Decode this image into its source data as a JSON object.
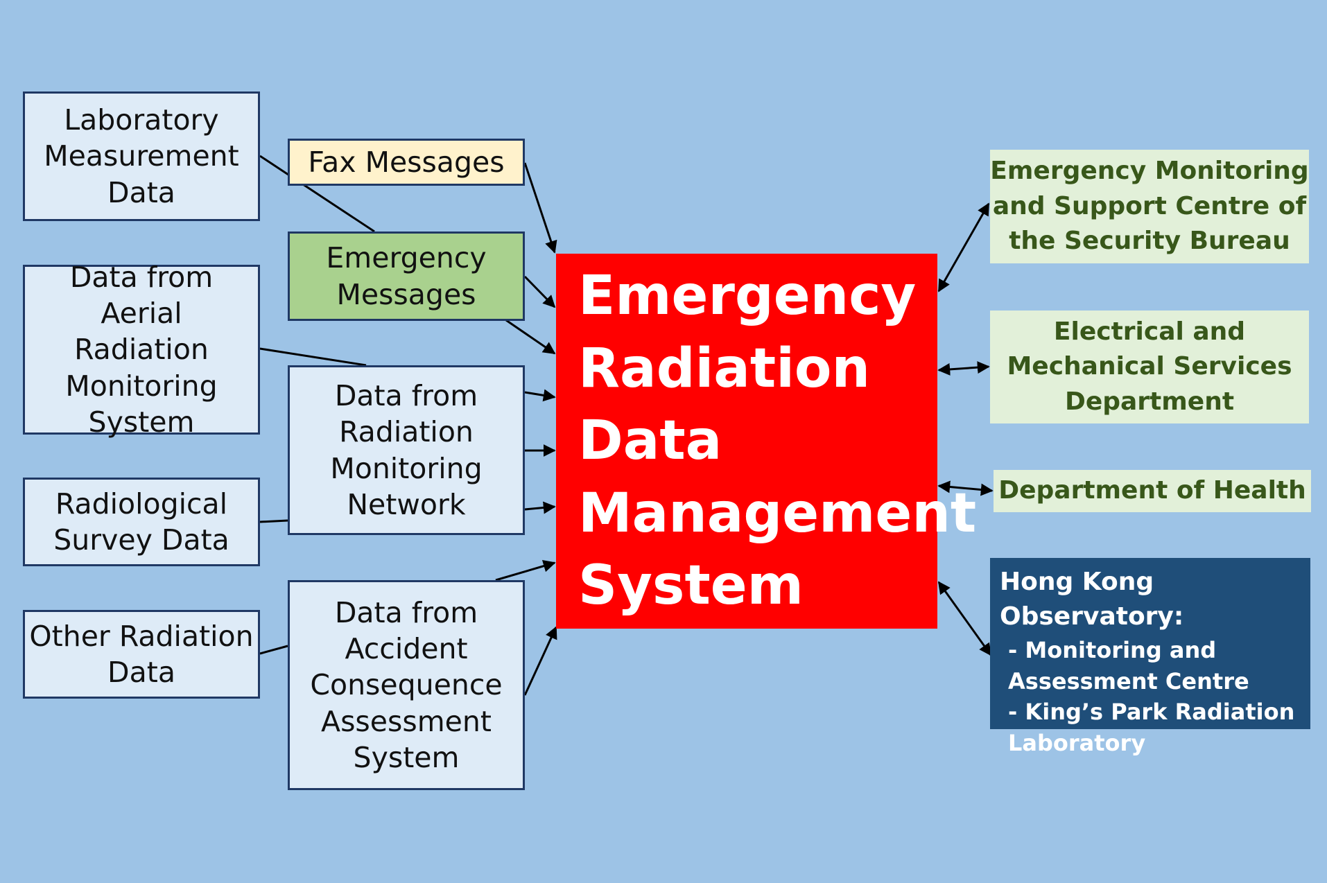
{
  "sources": {
    "lab": "Laboratory\nMeasurement\nData",
    "aerial": "Data from Aerial\nRadiation\nMonitoring\nSystem",
    "survey": "Radiological\nSurvey Data",
    "other": "Other Radiation\nData"
  },
  "messages": {
    "fax": "Fax Messages",
    "emergency": "Emergency\nMessages",
    "network": "Data from\nRadiation\nMonitoring\nNetwork",
    "accident": "Data from\nAccident\nConsequence\nAssessment\nSystem"
  },
  "central": "Emergency\nRadiation\nData\nManagement\nSystem",
  "destinations": {
    "security": "Emergency Monitoring\nand Support Centre of\nthe Security Bureau",
    "emsd": "Electrical and\nMechanical Services\nDepartment",
    "health": "Department of Health",
    "hko": {
      "title": "Hong Kong Observatory:",
      "items": [
        "- Monitoring and\n  Assessment Centre",
        "- King’s Park Radiation\n  Laboratory"
      ]
    }
  },
  "colors": {
    "background": "#9dc3e6",
    "central": "#ff0000",
    "source_fill": "#deebf7",
    "fax_fill": "#fff2cc",
    "emergency_fill": "#a9d18e",
    "destination_fill": "#e2f0d9",
    "hko_fill": "#1f4e79"
  }
}
